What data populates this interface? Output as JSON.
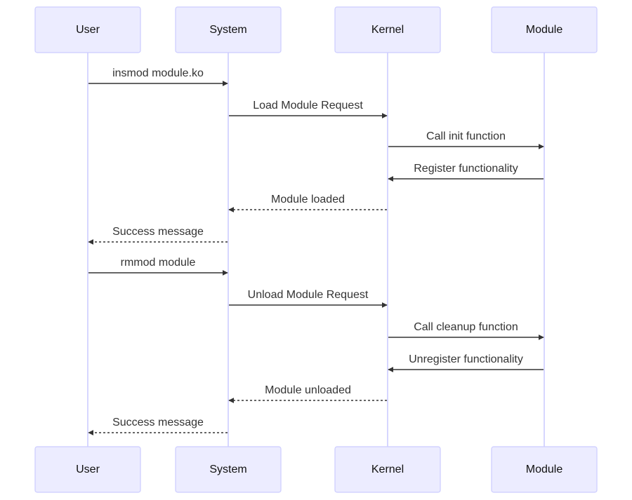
{
  "participants": [
    {
      "id": "user",
      "label": "User"
    },
    {
      "id": "system",
      "label": "System"
    },
    {
      "id": "kernel",
      "label": "Kernel"
    },
    {
      "id": "module",
      "label": "Module"
    }
  ],
  "messages": [
    {
      "from": "user",
      "to": "system",
      "label": "insmod module.ko",
      "style": "solid"
    },
    {
      "from": "system",
      "to": "kernel",
      "label": "Load Module Request",
      "style": "solid"
    },
    {
      "from": "kernel",
      "to": "module",
      "label": "Call init function",
      "style": "solid"
    },
    {
      "from": "module",
      "to": "kernel",
      "label": "Register functionality",
      "style": "solid"
    },
    {
      "from": "kernel",
      "to": "system",
      "label": "Module loaded",
      "style": "dashed"
    },
    {
      "from": "system",
      "to": "user",
      "label": "Success message",
      "style": "dashed"
    },
    {
      "from": "user",
      "to": "system",
      "label": "rmmod module",
      "style": "solid"
    },
    {
      "from": "system",
      "to": "kernel",
      "label": "Unload Module Request",
      "style": "solid"
    },
    {
      "from": "kernel",
      "to": "module",
      "label": "Call cleanup function",
      "style": "solid"
    },
    {
      "from": "module",
      "to": "kernel",
      "label": "Unregister functionality",
      "style": "solid"
    },
    {
      "from": "kernel",
      "to": "system",
      "label": "Module unloaded",
      "style": "dashed"
    },
    {
      "from": "system",
      "to": "user",
      "label": "Success message",
      "style": "dashed"
    }
  ],
  "colors": {
    "actor_fill": "#ececff",
    "actor_stroke": "#ccccff",
    "lifeline": "#ccccff",
    "message": "#333333"
  }
}
